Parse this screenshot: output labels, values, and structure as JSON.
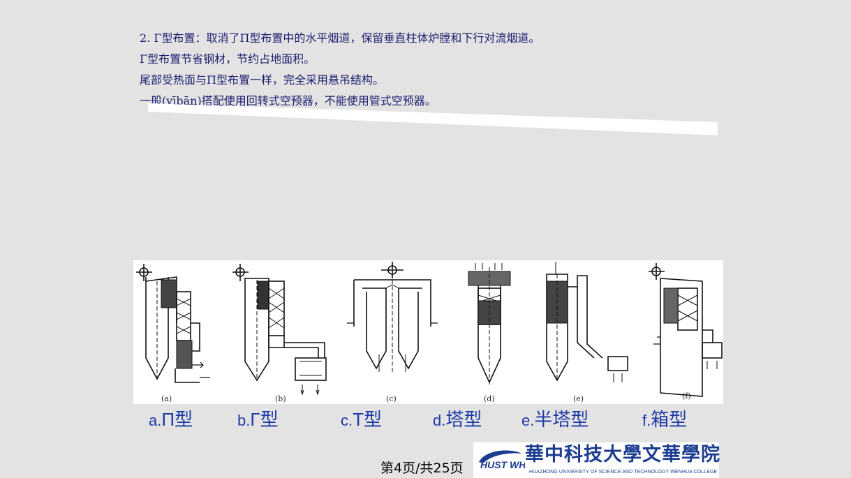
{
  "text": {
    "lines": [
      "2. Γ型布置：取消了Π型布置中的水平烟道，保留垂直柱体炉膛和下行对流烟道。",
      "Γ型布置节省钢材，节约占地面积。",
      "尾部受热面与Π型布置一样，完全采用悬吊结构。",
      "一般(yībān)搭配使用回转式空预器，不能使用管式空预器。"
    ]
  },
  "figure": {
    "panel_labels": [
      "(a)",
      "(b)",
      "(c)",
      "(d)",
      "(e)",
      "(f)"
    ]
  },
  "captions": [
    {
      "prefix": "a.",
      "name": "Π型"
    },
    {
      "prefix": "b.",
      "name": "Γ型"
    },
    {
      "prefix": "c.",
      "name": "T型"
    },
    {
      "prefix": "d.",
      "name": "塔型"
    },
    {
      "prefix": "e.",
      "name": "半塔型"
    },
    {
      "prefix": "f.",
      "name": "箱型"
    }
  ],
  "logo": {
    "mark": "HUST WH",
    "name_cn": "華中科技大學文華學院",
    "name_en": "HUAZHONG UNIVERSITY OF SCIENCE AND TECHNOLOGY WENHUA COLLEGE"
  },
  "footer": {
    "page_number": "第4页/共25页"
  },
  "colors": {
    "background": "#e3e3e3",
    "text": "#1c1c6e",
    "caption": "#1f3aa8",
    "logo": "#1b3c8f"
  }
}
